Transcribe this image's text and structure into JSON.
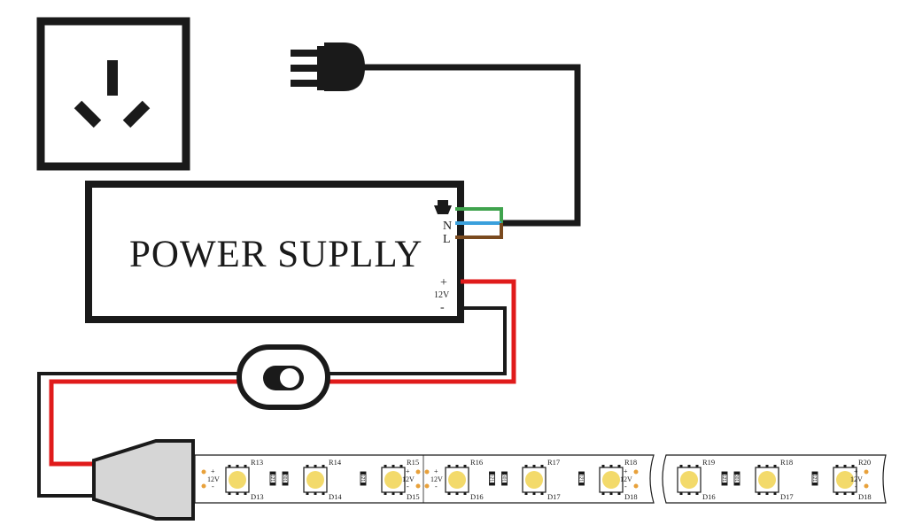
{
  "power_supply": {
    "title": "POWER SUPLLY",
    "terminal_n": "N",
    "terminal_l": "L",
    "terminal_plus": "+",
    "terminal_voltage": "12V",
    "terminal_minus": "-"
  },
  "wire_colors": {
    "earth": "#3fa34d",
    "neutral": "#3aa0dc",
    "live": "#7a4a1e",
    "positive": "#e01b1b",
    "negative": "#1a1a1a"
  },
  "led_strip": {
    "pad_plus": "+",
    "pad_voltage": "12V",
    "pad_minus": "-",
    "resistor_labels": [
      "121",
      "301",
      "121"
    ],
    "segment_1": {
      "resistors": [
        "R13",
        "R14",
        "R15"
      ],
      "leds": [
        "D13",
        "D14",
        "D15"
      ]
    },
    "segment_2": {
      "resistors": [
        "R16",
        "R17",
        "R18"
      ],
      "leds": [
        "D16",
        "D17",
        "D18"
      ]
    },
    "segment_3": {
      "resistors": [
        "R19",
        "R18",
        "R20"
      ],
      "leds": [
        "D16",
        "D17",
        "D18"
      ]
    }
  }
}
